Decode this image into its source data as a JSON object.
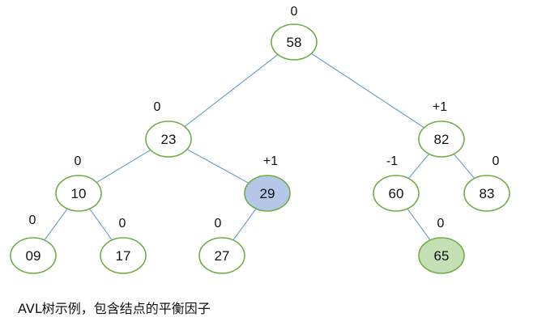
{
  "caption": "AVL树示例，包含结点的平衡因子",
  "colors": {
    "edge": "#6fa0d3",
    "node_border": "#70ad47",
    "node_fill_default": "#ffffff",
    "node_fill_highlight_blue": "#b4c7e7",
    "node_fill_highlight_green": "#c5e0b4"
  },
  "tree": {
    "nodes": [
      {
        "id": "n58",
        "key": "58",
        "balance": "0",
        "fill": "default"
      },
      {
        "id": "n23",
        "key": "23",
        "balance": "0",
        "fill": "default"
      },
      {
        "id": "n82",
        "key": "82",
        "balance": "+1",
        "fill": "default"
      },
      {
        "id": "n10",
        "key": "10",
        "balance": "0",
        "fill": "default"
      },
      {
        "id": "n29",
        "key": "29",
        "balance": "+1",
        "fill": "highlight_blue"
      },
      {
        "id": "n60",
        "key": "60",
        "balance": "-1",
        "fill": "default"
      },
      {
        "id": "n83",
        "key": "83",
        "balance": "0",
        "fill": "default"
      },
      {
        "id": "n09",
        "key": "09",
        "balance": "0",
        "fill": "default"
      },
      {
        "id": "n17",
        "key": "17",
        "balance": "0",
        "fill": "default"
      },
      {
        "id": "n27",
        "key": "27",
        "balance": "0",
        "fill": "default"
      },
      {
        "id": "n65",
        "key": "65",
        "balance": "0",
        "fill": "highlight_green"
      }
    ],
    "edges": [
      [
        "n58",
        "n23"
      ],
      [
        "n58",
        "n82"
      ],
      [
        "n23",
        "n10"
      ],
      [
        "n23",
        "n29"
      ],
      [
        "n82",
        "n60"
      ],
      [
        "n82",
        "n83"
      ],
      [
        "n10",
        "n09"
      ],
      [
        "n10",
        "n17"
      ],
      [
        "n29",
        "n27"
      ],
      [
        "n60",
        "n65"
      ]
    ]
  }
}
